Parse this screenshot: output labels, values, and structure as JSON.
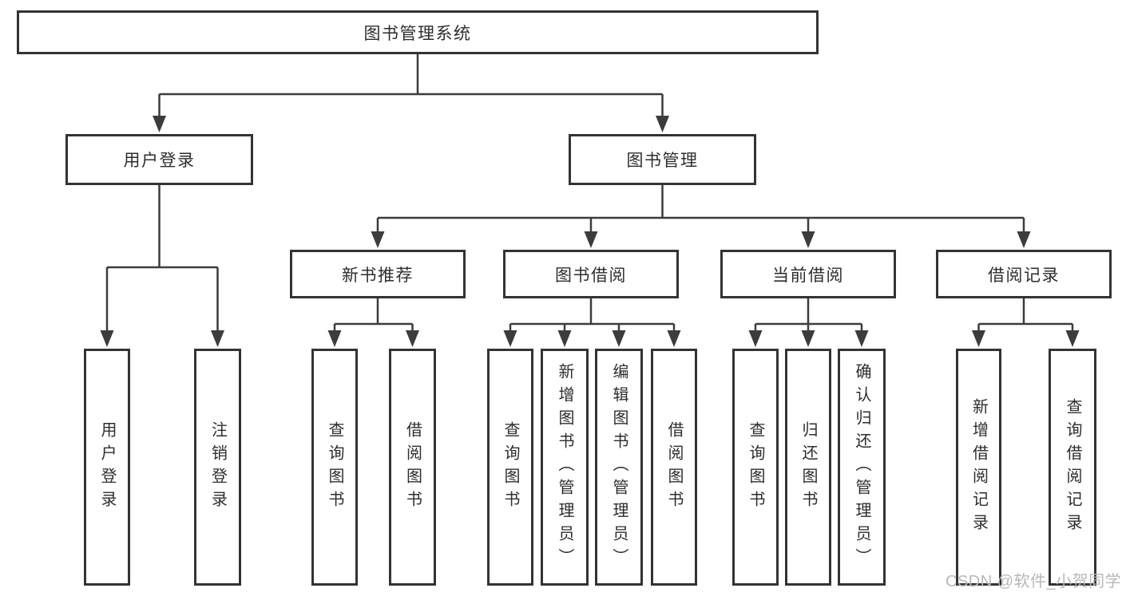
{
  "colors": {
    "background": "#ffffff",
    "line": "#3c3c3c",
    "box_border": "#333333",
    "text": "#2d2d2d",
    "watermark": "#b8b8b8"
  },
  "diagram": {
    "root": {
      "label": "图书管理系统"
    },
    "branches": [
      {
        "label": "用户登录",
        "children": [
          {
            "label": "用户登录"
          },
          {
            "label": "注销登录"
          }
        ]
      },
      {
        "label": "图书管理",
        "children": [
          {
            "label": "新书推荐",
            "children": [
              {
                "label": "查询图书"
              },
              {
                "label": "借阅图书"
              }
            ]
          },
          {
            "label": "图书借阅",
            "children": [
              {
                "label": "查询图书"
              },
              {
                "label": "新增图书（管理员）"
              },
              {
                "label": "编辑图书（管理员）"
              },
              {
                "label": "借阅图书"
              }
            ]
          },
          {
            "label": "当前借阅",
            "children": [
              {
                "label": "查询图书"
              },
              {
                "label": "归还图书"
              },
              {
                "label": "确认归还（管理员）"
              }
            ]
          },
          {
            "label": "借阅记录",
            "children": [
              {
                "label": "新增借阅记录"
              },
              {
                "label": "查询借阅记录"
              }
            ]
          }
        ]
      }
    ]
  },
  "watermark": {
    "text": "CSDN @软件_小贺同学"
  }
}
